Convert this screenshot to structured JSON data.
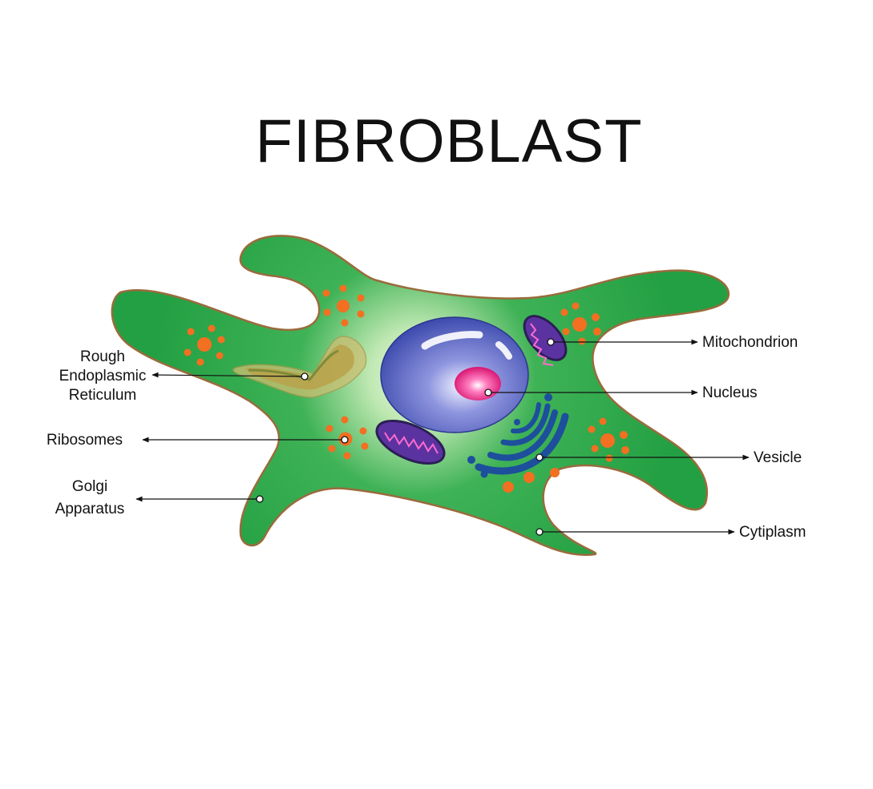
{
  "title": "FIBROBLAST",
  "labels": {
    "rough_er": [
      "Rough",
      "Endoplasmic",
      "Reticulum"
    ],
    "ribosomes": "Ribosomes",
    "golgi": [
      "Golgi",
      "Apparatus"
    ],
    "mitochondrion": "Mitochondrion",
    "nucleus": "Nucleus",
    "vesicle": "Vesicle",
    "cytoplasm": "Cytiplasm"
  },
  "colors": {
    "cell_fill": "#26a046",
    "cell_glow": "#e4f7df",
    "cell_outline": "#9a6b3c",
    "nucleus": "#3a48b0",
    "nucleolus": "#e2187f",
    "mitochondria": "#6a3aa0",
    "mito_crista": "#ff6ad0",
    "ribosome_dots": "#f36f21",
    "golgi": "#1d4f9c",
    "rough_er": "#c8b765"
  }
}
